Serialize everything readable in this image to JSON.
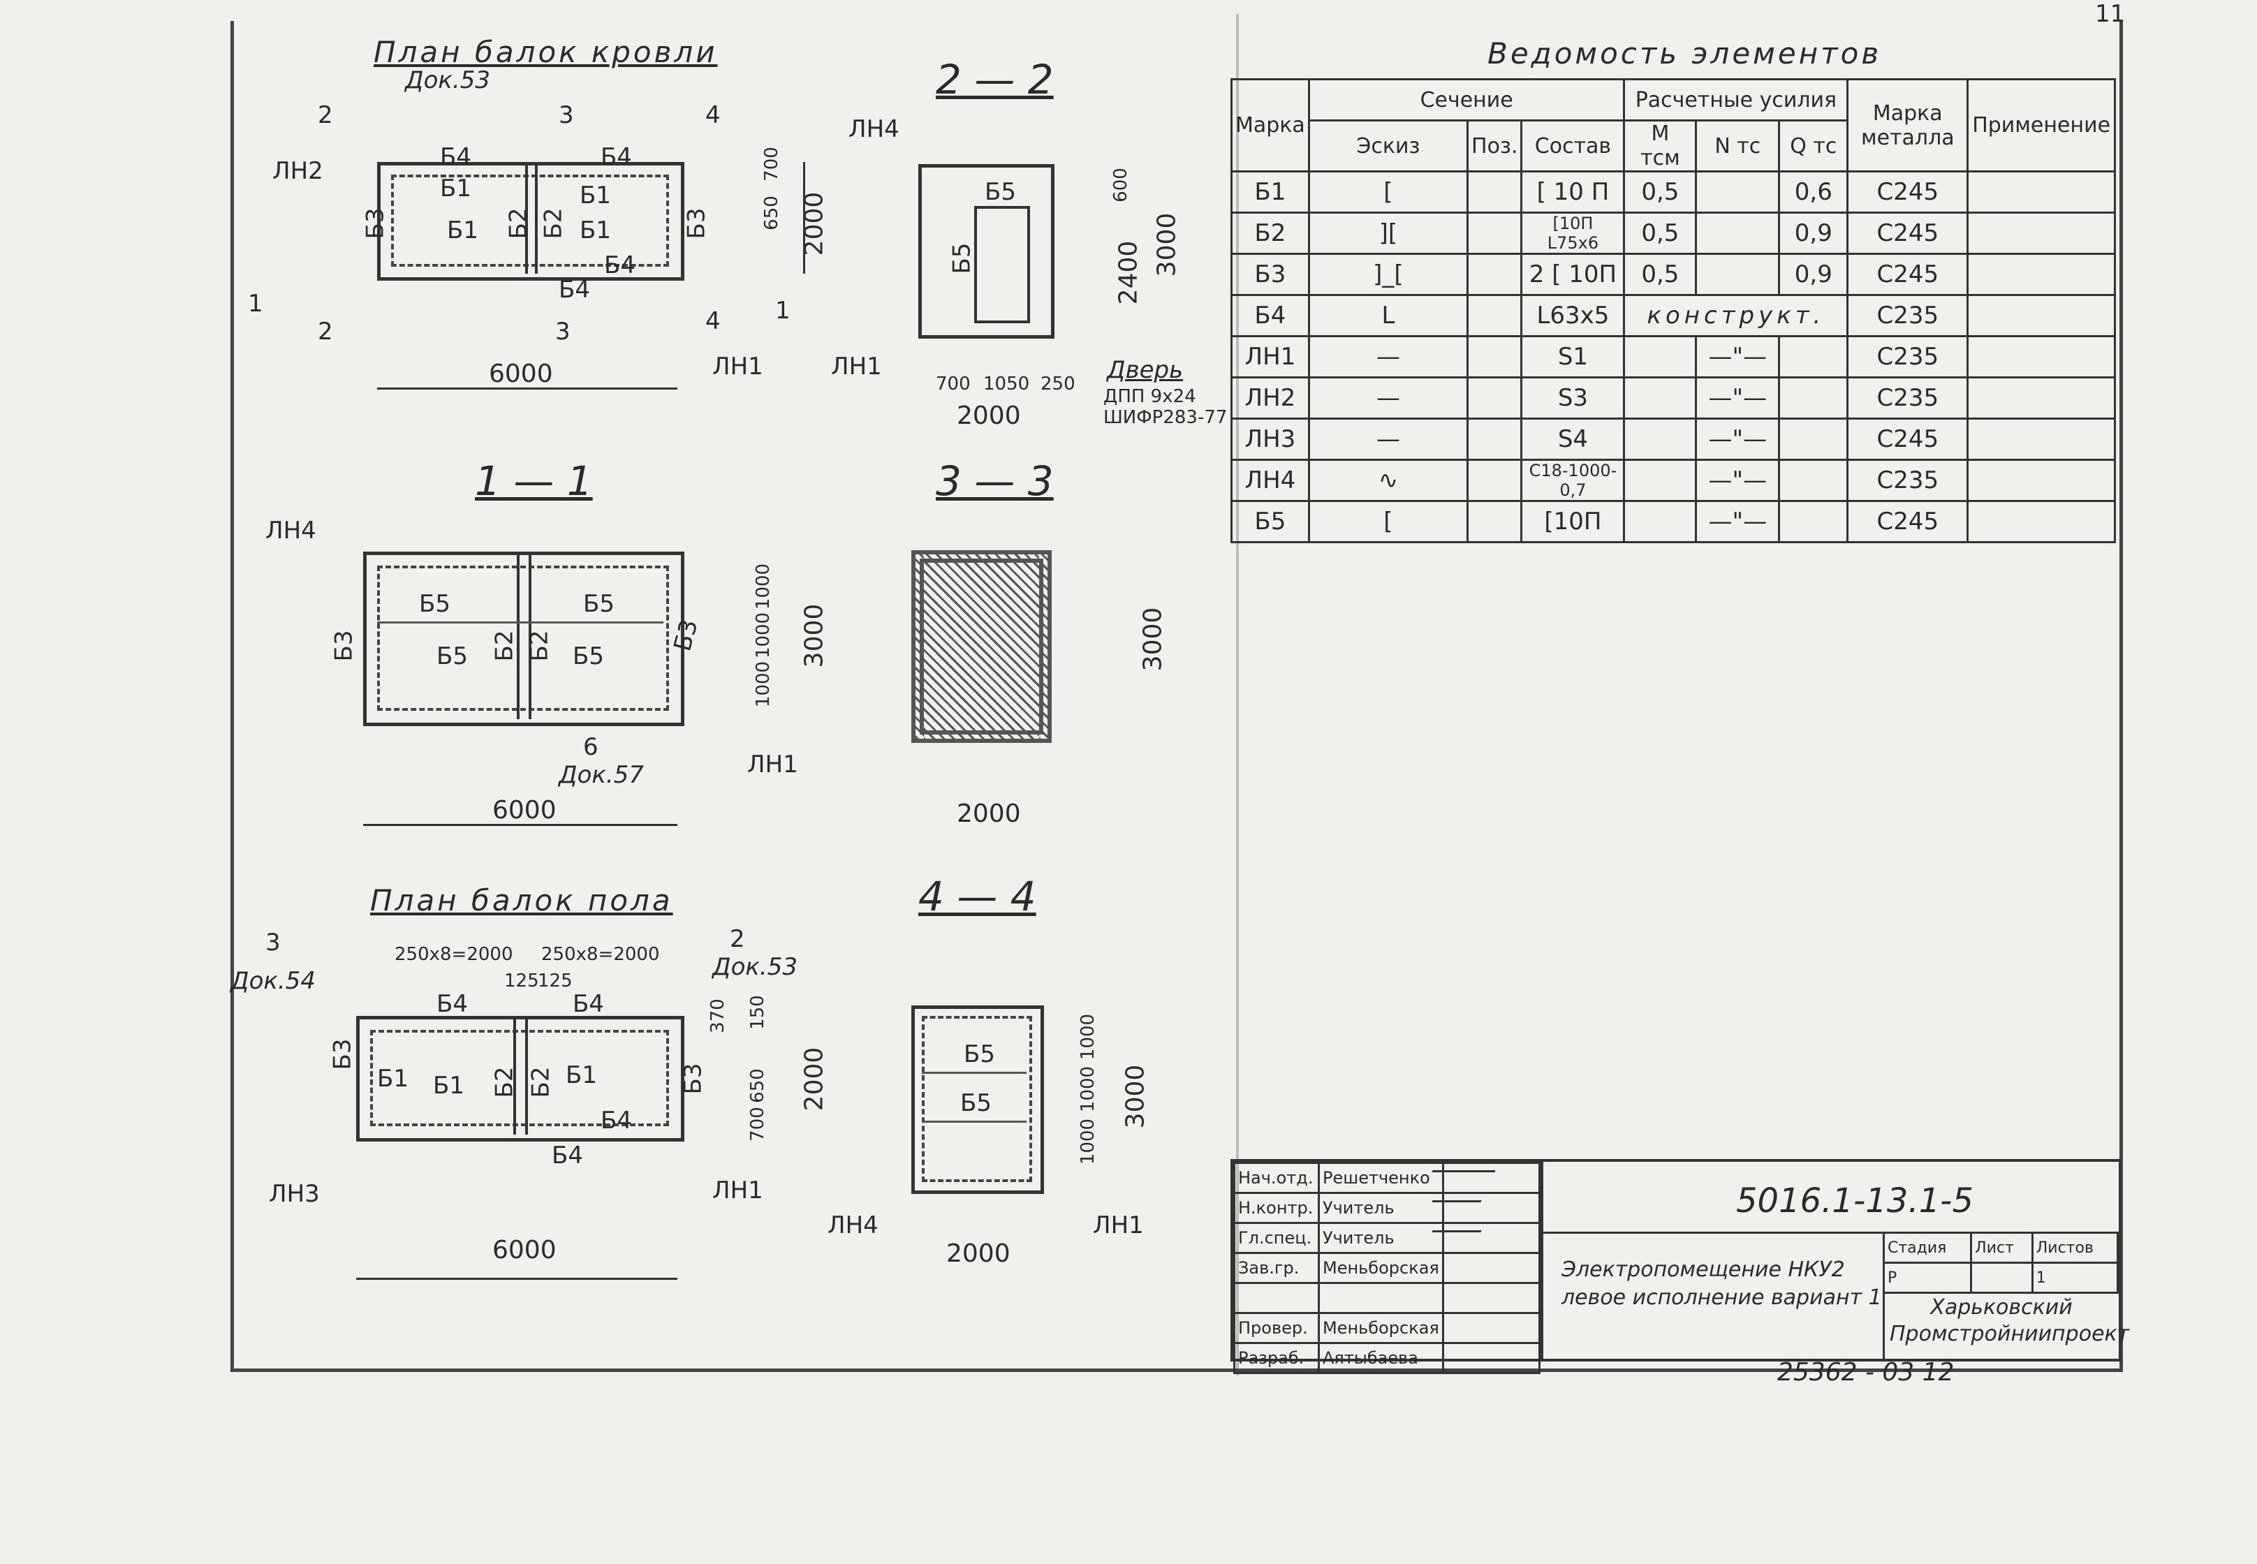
{
  "page_number": "11",
  "plans": {
    "roof_title": "План балок кровли",
    "floor_title": "План балок пола",
    "width_6000": "6000",
    "width_2000": "2000",
    "height_2000": "2000",
    "height_3000": "3000",
    "height_2400": "2400",
    "top_600": "600",
    "dims_1000": "1000",
    "dims_700_1050_250": [
      "700",
      "1050",
      "250"
    ],
    "pitch_1": "250x8=2000",
    "pitch_2": "250x8=2000",
    "pitch_125_1": "125",
    "pitch_125_2": "125",
    "d_370": "370",
    "d_150": "150",
    "d_650": "650",
    "d_700": "700"
  },
  "sections": {
    "s11": "1 — 1",
    "s22": "2 — 2",
    "s33": "3 — 3",
    "s44": "4 — 4"
  },
  "callouts": {
    "dok53": "Док.53",
    "dok57": "Док.57",
    "dok54": "Док.54",
    "door": "Дверь",
    "door_spec": "ДПП 9х24",
    "door_std": "ШИФР283-77",
    "num2": "2",
    "num3": "3",
    "num4": "4",
    "num6": "6",
    "num1": "1"
  },
  "marks": {
    "b1": "Б1",
    "b2": "Б2",
    "b3": "Б3",
    "b4": "Б4",
    "b5": "Б5",
    "ln1": "ЛН1",
    "ln2": "ЛН2",
    "ln3": "ЛН3",
    "ln4": "ЛН4"
  },
  "spec_table": {
    "title": "Ведомость элементов",
    "headers": {
      "marka": "Марка",
      "section": "Сечение",
      "forces": "Расчетные усилия",
      "metal": "Марка металла",
      "usage": "Применение",
      "sketch": "Эскиз",
      "pos": "Поз.",
      "composition": "Состав",
      "m": "М тсм",
      "n": "N тс",
      "q": "Q тс"
    },
    "rows": [
      {
        "mark": "Б1",
        "sketch": "[",
        "comp": "[ 10 П",
        "m": "0,5",
        "n": "",
        "q": "0,6",
        "metal": "С245"
      },
      {
        "mark": "Б2",
        "sketch": "][",
        "comp": "[10П L75х6",
        "m": "0,5",
        "n": "",
        "q": "0,9",
        "metal": "С245"
      },
      {
        "mark": "Б3",
        "sketch": "]_[",
        "comp": "2 [ 10П",
        "m": "0,5",
        "n": "",
        "q": "0,9",
        "metal": "С245"
      },
      {
        "mark": "Б4",
        "sketch": "L",
        "comp": "L63х5",
        "m": "конструкт.",
        "n": "",
        "q": "",
        "metal": "С235"
      },
      {
        "mark": "ЛН1",
        "sketch": "—",
        "comp": "S1",
        "m": "",
        "n": "—\"—",
        "q": "",
        "metal": "С235"
      },
      {
        "mark": "ЛН2",
        "sketch": "—",
        "comp": "S3",
        "m": "",
        "n": "—\"—",
        "q": "",
        "metal": "С235"
      },
      {
        "mark": "ЛН3",
        "sketch": "—",
        "comp": "S4",
        "m": "",
        "n": "—\"—",
        "q": "",
        "metal": "С245"
      },
      {
        "mark": "ЛН4",
        "sketch": "∿",
        "comp": "С18-1000-0,7",
        "m": "",
        "n": "—\"—",
        "q": "",
        "metal": "С235"
      },
      {
        "mark": "Б5",
        "sketch": "[",
        "comp": "[10П",
        "m": "",
        "n": "—\"—",
        "q": "",
        "metal": "С245"
      }
    ]
  },
  "stamp": {
    "code": "5016.1-13.1-5",
    "roles": [
      {
        "role": "Нач.отд.",
        "name": "Решетченко"
      },
      {
        "role": "Н.контр.",
        "name": "Учитель"
      },
      {
        "role": "Гл.спец.",
        "name": "Учитель"
      },
      {
        "role": "Зав.гр.",
        "name": "Меньборская"
      },
      {
        "role": "",
        "name": ""
      },
      {
        "role": "Провер.",
        "name": "Меньборская"
      },
      {
        "role": "Разраб.",
        "name": "Аятыбаева"
      }
    ],
    "object": "Электропомещение НКУ2 левое исполнение вариант 1",
    "stage_label": "Стадия",
    "sheet_label": "Лист",
    "sheets_label": "Листов",
    "stage": "Р",
    "sheet": "",
    "sheets": "1",
    "org": "Харьковский Промстройниипроект",
    "inventory": "25362 - 03   12"
  }
}
